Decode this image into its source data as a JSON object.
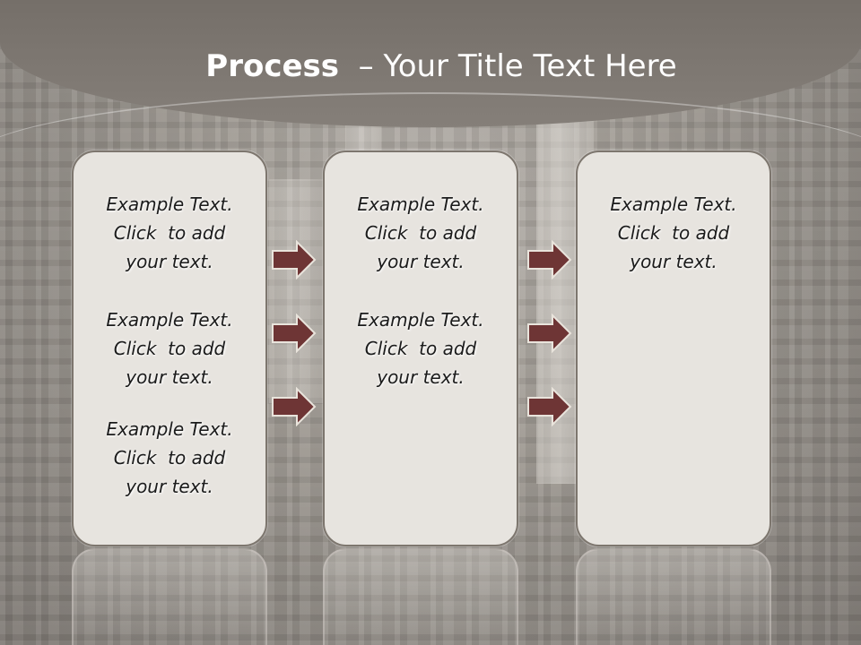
{
  "title": {
    "bold": "Process",
    "rest": "– Your Title Text Here"
  },
  "colors": {
    "header": "#7b756f",
    "panel": "#e7e4df",
    "panel_border": "#7d766e",
    "arrow_fill": "#6e3535"
  },
  "panels": [
    {
      "items": [
        [
          "Example Text.",
          "Click  to add",
          "your text."
        ],
        [
          "Example Text.",
          "Click  to add",
          "your text."
        ],
        [
          "Example Text.",
          "Click  to add",
          "your text."
        ]
      ]
    },
    {
      "items": [
        [
          "Example Text.",
          "Click  to add",
          "your text."
        ],
        [
          "Example Text.",
          "Click  to add",
          "your text."
        ]
      ]
    },
    {
      "items": [
        [
          "Example Text.",
          "Click  to add",
          "your text."
        ]
      ]
    }
  ],
  "arrow_icon": "right-arrow-icon"
}
